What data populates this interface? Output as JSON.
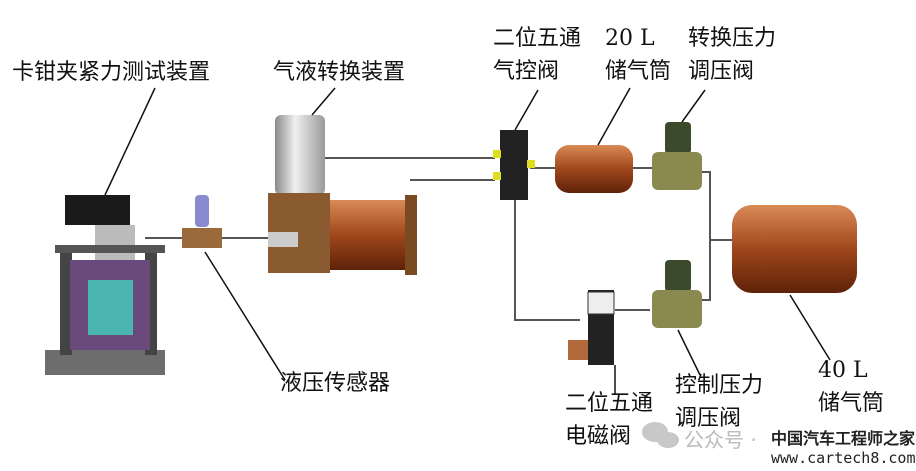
{
  "labels": {
    "caliper_tester": "卡钳夹紧力测试装置",
    "gas_liquid_converter": "气液转换装置",
    "pneumatic_valve": [
      "二位五通",
      "气控阀"
    ],
    "tank_20l": [
      "20 L",
      "储气筒"
    ],
    "switch_regulator": [
      "转换压力",
      "调压阀"
    ],
    "pressure_sensor": "液压传感器",
    "solenoid_valve": [
      "二位五通",
      "电磁阀"
    ],
    "control_regulator": [
      "控制压力",
      "调压阀"
    ],
    "tank_40l": [
      "40 L",
      "储气筒"
    ]
  },
  "watermark": {
    "account": "公众号 ·",
    "brand": "中国汽车工程师之家",
    "url": "www.cartech8.com"
  }
}
